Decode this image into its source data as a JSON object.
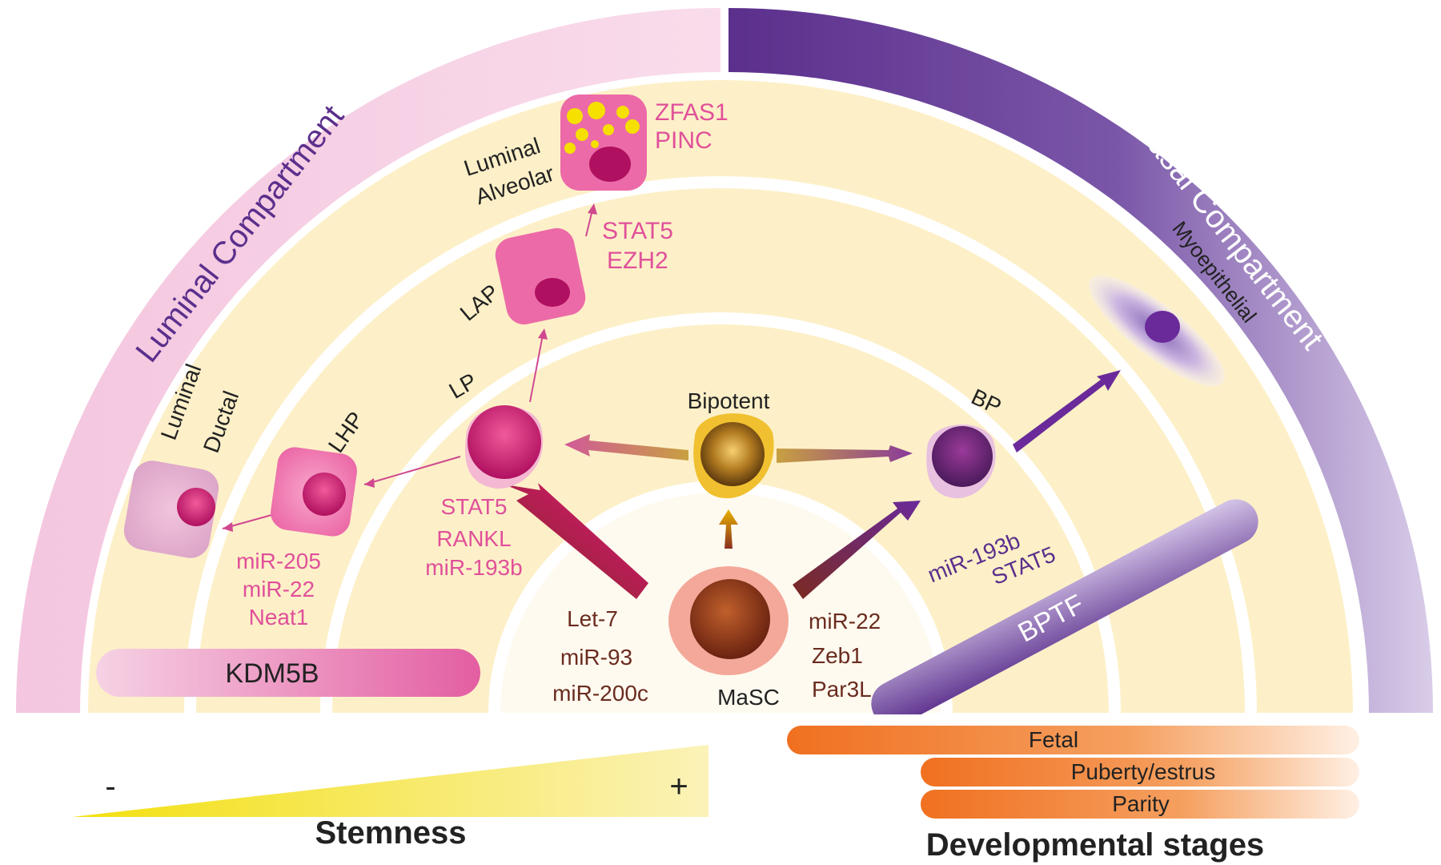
{
  "compartments": {
    "luminal": "Luminal Compartment",
    "basal": "Basal Compartment"
  },
  "cells": {
    "luminal_alveolar_line1": "Luminal",
    "luminal_alveolar_line2": "Alveolar",
    "lap": "LAP",
    "lp": "LP",
    "lhp": "LHP",
    "luminal_ductal_line1": "Luminal",
    "luminal_ductal_line2": "Ductal",
    "bipotent": "Bipotent",
    "bp": "BP",
    "masc": "MaSC",
    "myoepithelial": "Myoepithelial"
  },
  "regulators": {
    "alveolar": [
      "ZFAS1",
      "PINC"
    ],
    "lap": [
      "STAT5",
      "EZH2"
    ],
    "lp": [
      "STAT5",
      "RANKL",
      "miR-193b"
    ],
    "lhp": [
      "miR-205",
      "miR-22",
      "Neat1"
    ],
    "bp": [
      "miR-193b",
      "STAT5"
    ],
    "masc_left": [
      "Let-7",
      "miR-93",
      "miR-200c"
    ],
    "masc_right": [
      "miR-22",
      "Zeb1",
      "Par3L"
    ]
  },
  "bars": {
    "kdm5b": "KDM5B",
    "bptf": "BPTF"
  },
  "stemness": {
    "minus": "-",
    "plus": "+",
    "title": "Stemness"
  },
  "developmental": {
    "stages": [
      "Fetal",
      "Puberty/estrus",
      "Parity"
    ],
    "title": "Developmental stages"
  },
  "colors": {
    "luminal_pink": "#e0509a",
    "basal_purple": "#5b2f8c",
    "text_pink": "#e0509a",
    "text_purple": "#5b2f8c",
    "text_brown": "#6b2c20",
    "stage_orange": "#f07020",
    "semicircle_cream": "#fdf0c8"
  }
}
